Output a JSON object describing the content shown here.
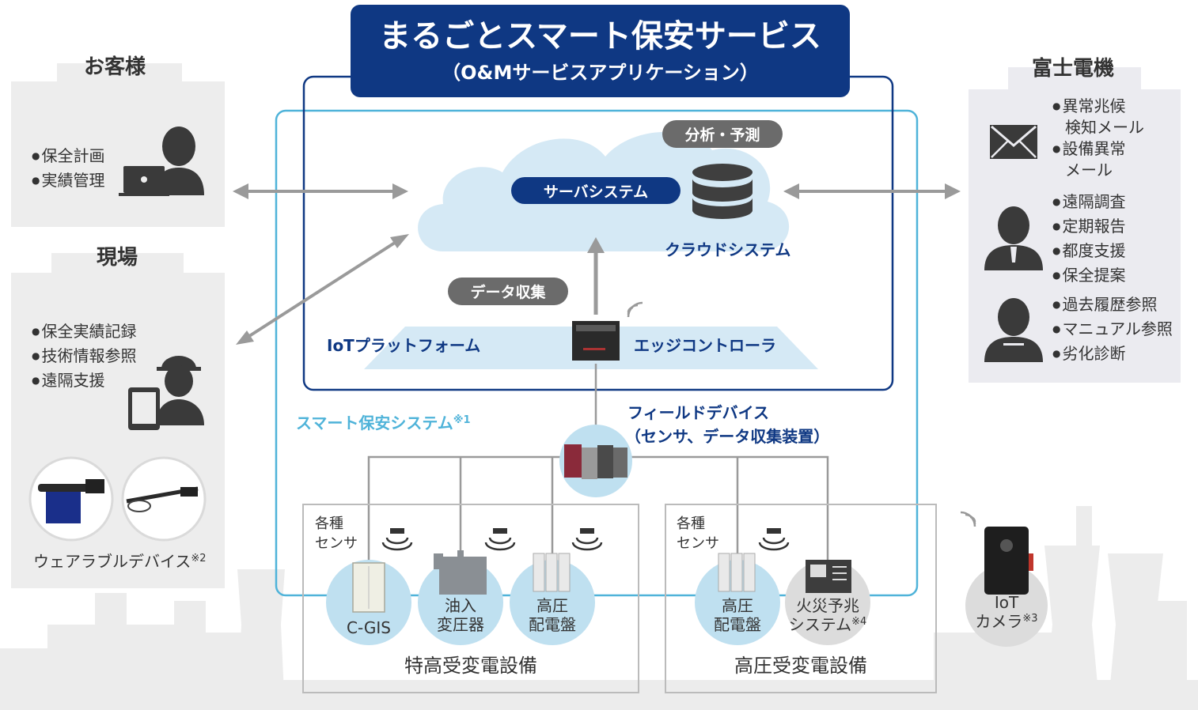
{
  "title": {
    "main": "まるごとスマート保安サービス",
    "sub": "（O&Mサービスアプリケーション）"
  },
  "customer": {
    "heading": "お客様",
    "items": [
      "保全計画",
      "実績管理"
    ]
  },
  "site": {
    "heading": "現場",
    "items": [
      "保全実績記録",
      "技術情報参照",
      "遠隔支援"
    ],
    "wearable_label": "ウェアラブルデバイス",
    "wearable_note": "※2"
  },
  "fuji": {
    "heading": "富士電機",
    "group1": [
      "異常兆候",
      "検知メール",
      "設備異常",
      "メール"
    ],
    "group2": [
      "遠隔調査",
      "定期報告",
      "都度支援",
      "保全提案"
    ],
    "group3": [
      "過去履歴参照",
      "マニュアル参照",
      "劣化診断"
    ]
  },
  "cloud": {
    "analysis_tag": "分析・予測",
    "server_label": "サーバシステム",
    "cloud_label": "クラウドシステム",
    "collection_tag": "データ収集"
  },
  "iot": {
    "platform_label": "IoTプラットフォーム",
    "edge_label": "エッジコントローラ"
  },
  "smart_system": {
    "label": "スマート保安システム",
    "note": "※1"
  },
  "field": {
    "line1": "フィールドデバイス",
    "line2": "（センサ、データ収集装置）"
  },
  "ehv": {
    "sensor_l1": "各種",
    "sensor_l2": "センサ",
    "equip_cgis": "C-GIS",
    "equip_oil_l1": "油入",
    "equip_oil_l2": "変圧器",
    "equip_hv_l1": "高圧",
    "equip_hv_l2": "配電盤",
    "caption": "特高受変電設備"
  },
  "hv": {
    "sensor_l1": "各種",
    "sensor_l2": "センサ",
    "equip_hv_l1": "高圧",
    "equip_hv_l2": "配電盤",
    "equip_fire_l1": "火災予兆",
    "equip_fire_l2": "システム",
    "fire_note": "※4",
    "caption": "高圧受変電設備"
  },
  "camera": {
    "l1": "IoT",
    "l2": "カメラ",
    "note": "※3"
  },
  "colors": {
    "navy": "#0f3883",
    "cyan": "#4fb3d9",
    "cloud": "#d5e9f5",
    "gray_panel": "#ededed",
    "pill_gray": "#6b6b6b",
    "arrow": "#9a9a9a"
  }
}
